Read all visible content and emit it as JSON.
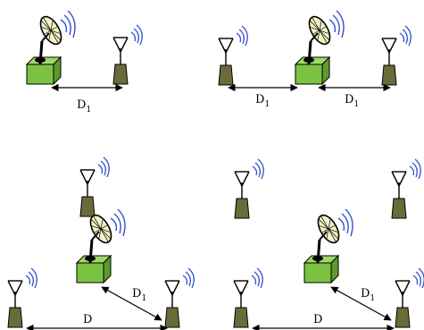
{
  "labels": {
    "d1_letter": "D",
    "d1_subscript": "1",
    "d_letter": "D"
  },
  "colors": {
    "box_front": "#7cc242",
    "box_top": "#9fd86a",
    "box_side": "#5c9a2c",
    "antenna_base": "#6b6b3a",
    "signal_arcs": "#3451c9",
    "dish_fill": "#f2f2c4",
    "line": "#000000"
  },
  "panels": [
    {
      "name": "top-left-layout",
      "nodes": [
        "satellite-station",
        "antenna"
      ],
      "distances": [
        "D1"
      ]
    },
    {
      "name": "top-right-layout",
      "nodes": [
        "antenna",
        "satellite-station",
        "antenna"
      ],
      "distances": [
        "D1",
        "D1"
      ]
    },
    {
      "name": "bottom-left-layout",
      "nodes": [
        "antenna",
        "satellite-station",
        "antenna",
        "antenna"
      ],
      "distances": [
        "D1",
        "D"
      ]
    },
    {
      "name": "bottom-right-layout",
      "nodes": [
        "antenna",
        "antenna",
        "satellite-station",
        "antenna",
        "antenna"
      ],
      "distances": [
        "D1",
        "D"
      ]
    }
  ]
}
